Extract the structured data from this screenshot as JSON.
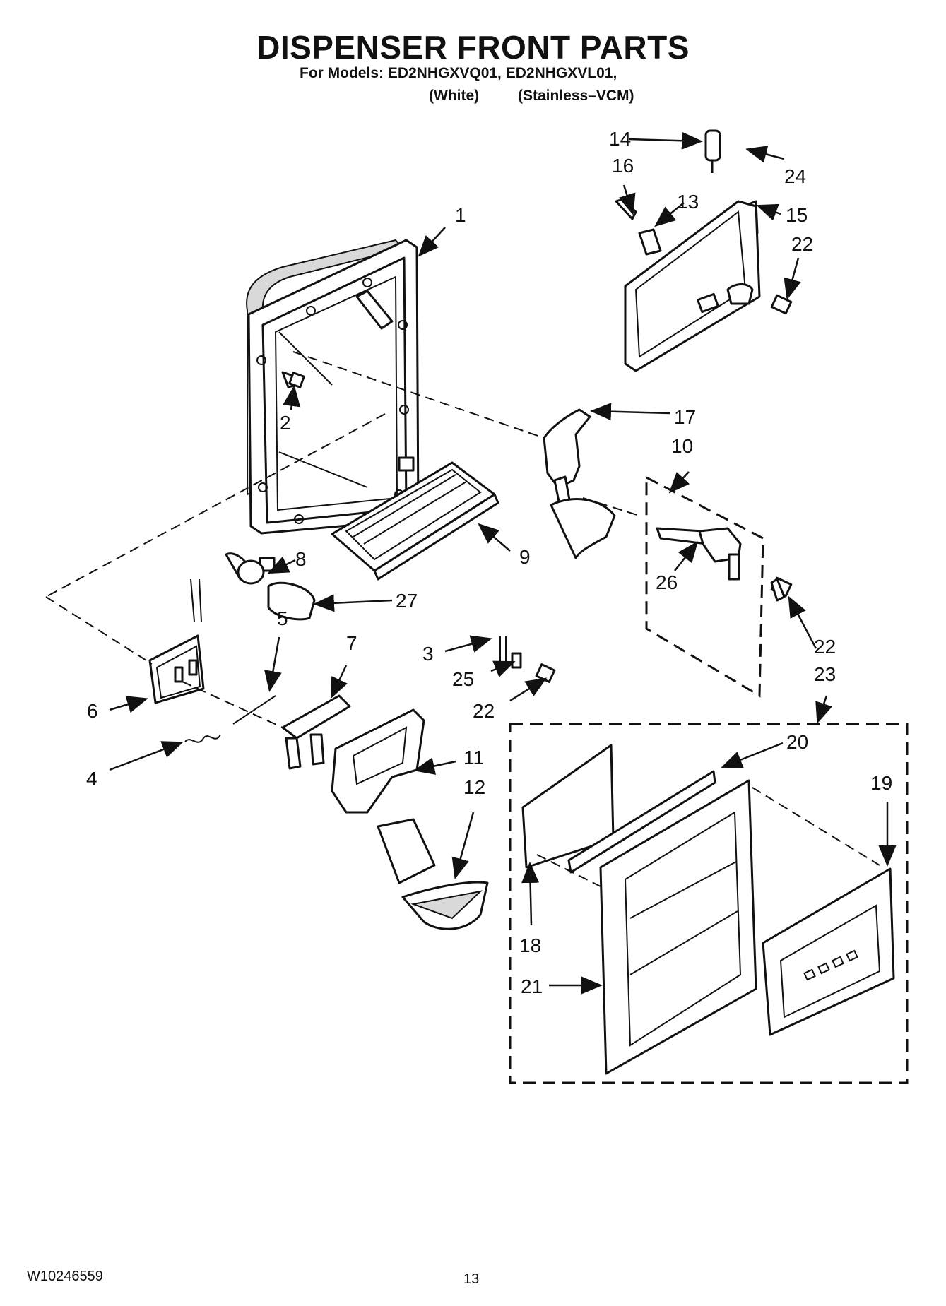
{
  "header": {
    "title": "DISPENSER FRONT PARTS",
    "models_line": "For Models: ED2NHGXVQ01, ED2NHGXVL01,",
    "variant_white": "(White)",
    "variant_stainless": "(Stainless–VCM)"
  },
  "callouts": [
    "1",
    "2",
    "3",
    "4",
    "5",
    "6",
    "7",
    "8",
    "9",
    "10",
    "11",
    "12",
    "13",
    "14",
    "15",
    "16",
    "17",
    "18",
    "19",
    "20",
    "21",
    "22",
    "22",
    "22",
    "22",
    "23",
    "24",
    "25",
    "26",
    "27"
  ],
  "footer": {
    "doc_number": "W10246559",
    "page_number": "13"
  }
}
